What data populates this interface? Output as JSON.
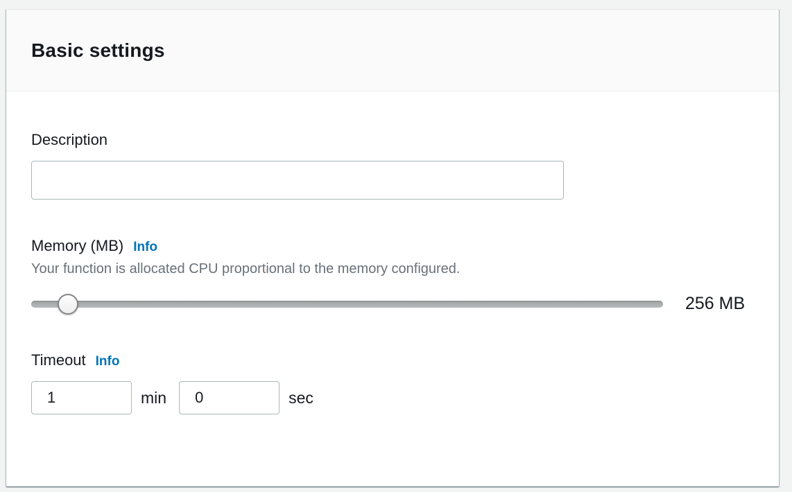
{
  "panel": {
    "title": "Basic settings"
  },
  "description": {
    "label": "Description",
    "value": "",
    "placeholder": ""
  },
  "memory": {
    "label": "Memory (MB)",
    "info_label": "Info",
    "helper": "Your function is allocated CPU proportional to the memory configured.",
    "value_display": "256 MB",
    "slider_handle_left": "5.8%"
  },
  "timeout": {
    "label": "Timeout",
    "info_label": "Info",
    "minutes_value": "1",
    "minutes_unit": "min",
    "seconds_value": "0",
    "seconds_unit": "sec"
  },
  "colors": {
    "link_blue": "#0073bb",
    "heading_text": "#16191f",
    "helper_text": "#687078",
    "input_border": "#aab7b8",
    "header_bg": "#fafafa",
    "divider": "#eaeded",
    "page_bg": "#f2f3f3"
  }
}
